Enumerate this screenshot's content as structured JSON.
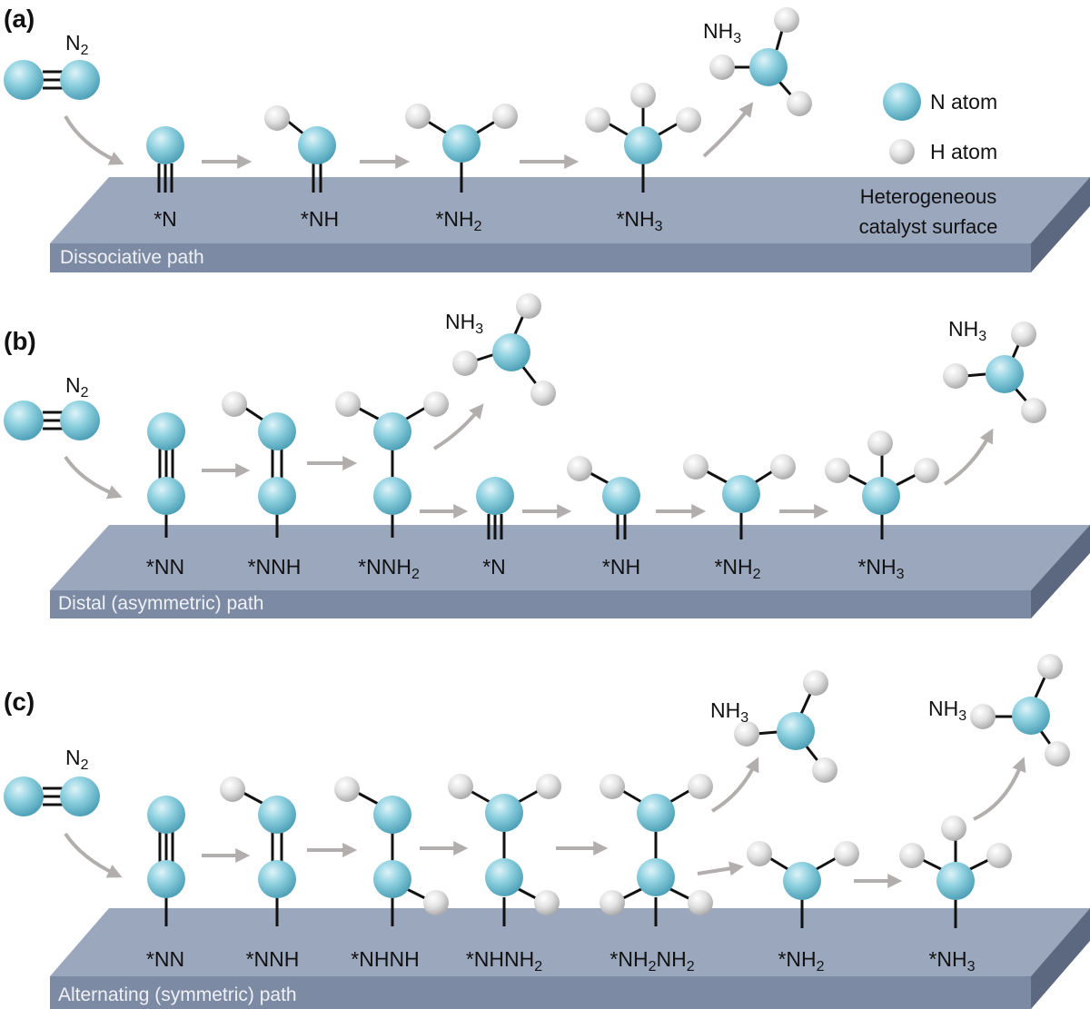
{
  "panels": {
    "a": {
      "letter": "(a)",
      "reactant": "N2",
      "path_name": "Dissociative path",
      "surface_label": [
        "Heterogeneous",
        "catalyst surface"
      ],
      "product": "NH3",
      "intermediates": [
        "*N",
        "*NH",
        "*NH2",
        "*NH3"
      ]
    },
    "b": {
      "letter": "(b)",
      "reactant": "N2",
      "path_name": "Distal (asymmetric) path",
      "products": [
        "NH3",
        "NH3"
      ],
      "intermediates": [
        "*NN",
        "*NNH",
        "*NNH2",
        "*N",
        "*NH",
        "*NH2",
        "*NH3"
      ]
    },
    "c": {
      "letter": "(c)",
      "reactant": "N2",
      "path_name": "Alternating (symmetric) path",
      "products": [
        "NH3",
        "NH3"
      ],
      "intermediates": [
        "*NN",
        "*NNH",
        "*NHNH",
        "*NHNH2",
        "*NH2NH2",
        "*NH2",
        "*NH3"
      ]
    }
  },
  "legend": {
    "n_atom": "N atom",
    "h_atom": "H atom"
  },
  "colors": {
    "n_atom": "#7ec9da",
    "h_atom": "#dcdcdc",
    "surface_top": "#9aa7bd",
    "surface_front": "#7d8aa3",
    "arrow": "#b3aeae"
  }
}
